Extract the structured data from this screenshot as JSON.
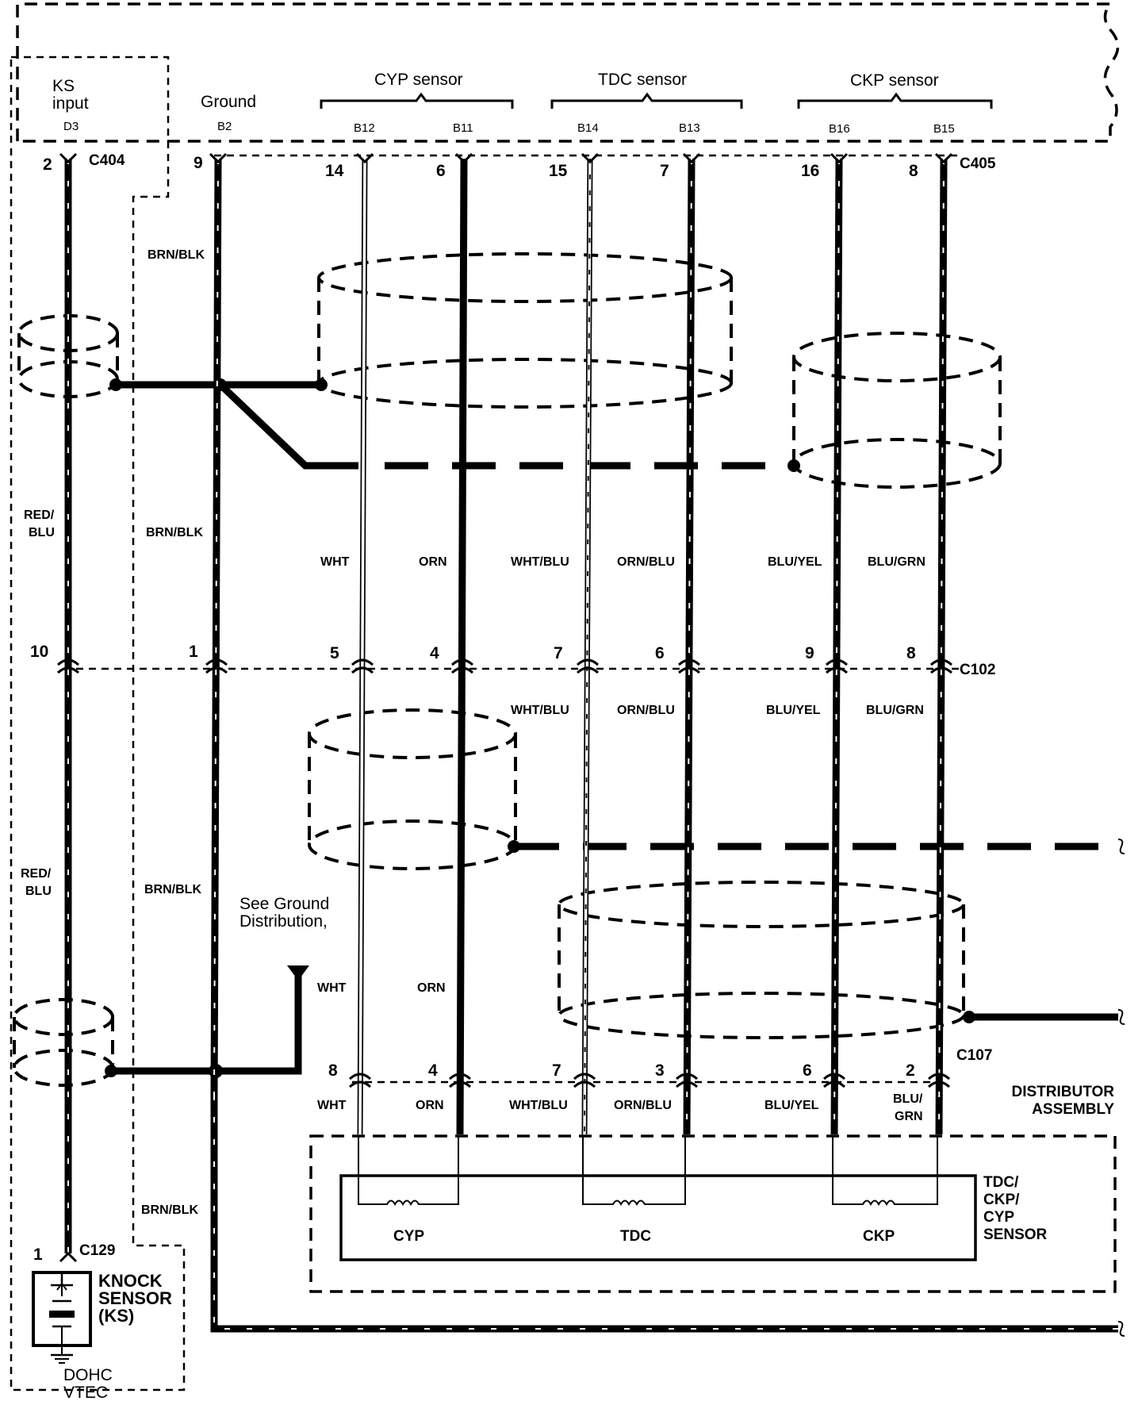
{
  "ecm": {
    "ks_input_label": [
      "KS",
      "input"
    ],
    "ground_label": "Ground",
    "ks_pin": "D3",
    "ground_pin": "B2",
    "sensor_groups": [
      {
        "label": "CYP sensor",
        "pins": [
          "B12",
          "B11"
        ]
      },
      {
        "label": "TDC sensor",
        "pins": [
          "B14",
          "B13"
        ]
      },
      {
        "label": "CKP sensor",
        "pins": [
          "B16",
          "B15"
        ]
      }
    ]
  },
  "connectors": {
    "c404": {
      "name": "C404",
      "pin": "2"
    },
    "c405": {
      "name": "C405",
      "pins": [
        "9",
        "14",
        "6",
        "15",
        "7",
        "16",
        "8"
      ]
    },
    "c102": {
      "name": "C102",
      "pins": [
        "10",
        "1",
        "5",
        "4",
        "7",
        "6",
        "9",
        "8"
      ]
    },
    "c107": {
      "name": "C107",
      "pins": [
        "8",
        "4",
        "7",
        "3",
        "6",
        "2"
      ]
    },
    "c129": {
      "name": "C129",
      "pin": "1"
    }
  },
  "wires": {
    "ks": "RED/BLU",
    "ground": "BRN/BLK",
    "cyp_a": "WHT",
    "cyp_b": "ORN",
    "tdc_a": "WHT/BLU",
    "tdc_b": "ORN/BLU",
    "ckp_a": "BLU/YEL",
    "ckp_b": "BLU/GRN"
  },
  "ks_wire_label_parts": [
    "RED/",
    "BLU"
  ],
  "ckp_b_split": [
    "BLU/",
    "GRN"
  ],
  "ground_note": [
    "See Ground",
    "Distribution,"
  ],
  "distributor_label": [
    "DISTRIBUTOR",
    "ASSEMBLY"
  ],
  "sensor_box_label": [
    "TDC/",
    "CKP/",
    "CYP",
    "SENSOR"
  ],
  "coil_labels": [
    "CYP",
    "TDC",
    "CKP"
  ],
  "knock_sensor_label": [
    "KNOCK",
    "SENSOR",
    "(KS)"
  ],
  "variant_label": [
    "DOHC",
    "VTEC"
  ]
}
